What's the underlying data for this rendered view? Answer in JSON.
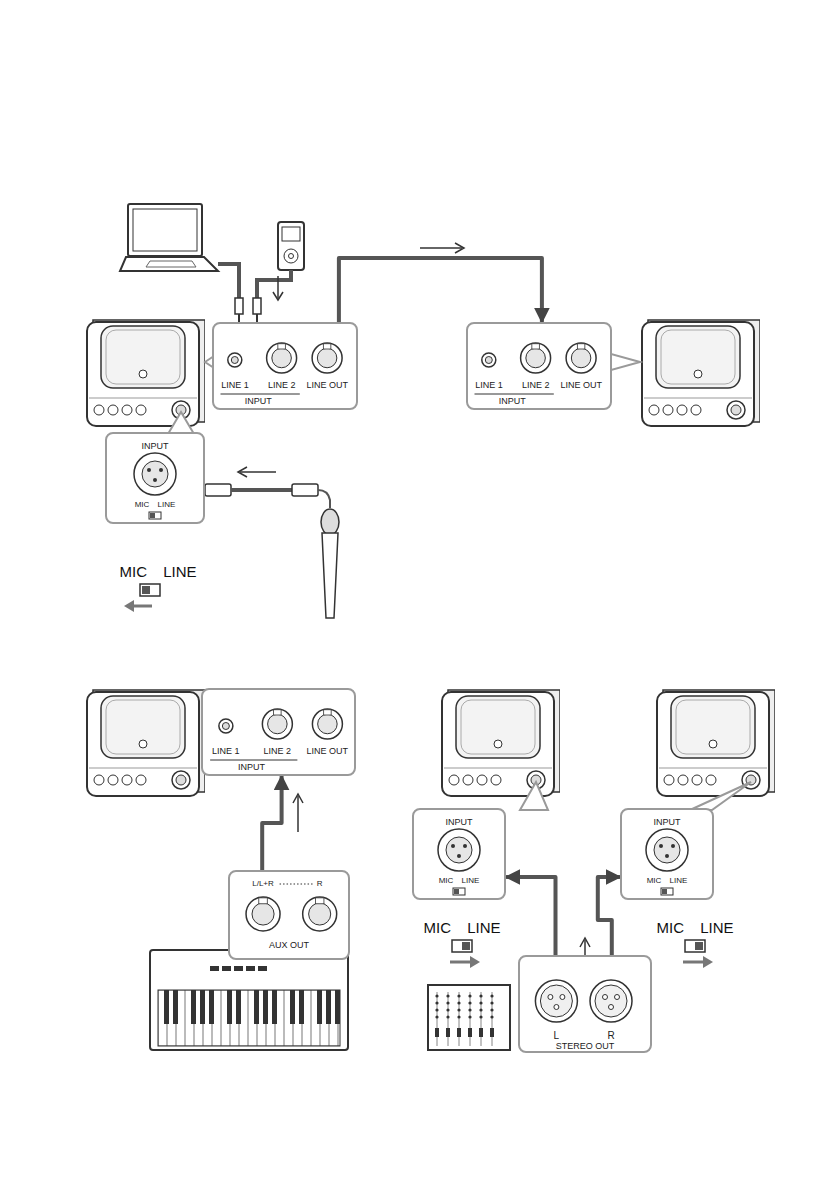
{
  "diagram": {
    "nodes": [
      {
        "text": [
          "LINE 1",
          "LINE 2",
          "LINE OUT",
          "INPUT"
        ]
      },
      {
        "text": [
          "LINE 1",
          "LINE 2",
          "LINE OUT",
          "INPUT"
        ]
      },
      {
        "text": [
          "INPUT",
          "MIC LINE"
        ]
      },
      {
        "text": [
          "LINE 1",
          "LINE 2",
          "LINE OUT",
          "INPUT"
        ]
      },
      {
        "text": [
          "L/L+R",
          "R",
          "AUX OUT"
        ]
      },
      {
        "text": [
          "INPUT",
          "MIC LINE"
        ]
      },
      {
        "text": [
          "INPUT",
          "MIC LINE"
        ]
      },
      {
        "text": [
          "L",
          "R",
          "STEREO OUT"
        ]
      }
    ],
    "edges": [
      {
        "from": 0,
        "to": 1,
        "arrow": "to"
      },
      {
        "from": 4,
        "to": 3,
        "arrow": "to"
      },
      {
        "from": 7,
        "to": 5,
        "arrow": "to"
      },
      {
        "from": 7,
        "to": 6,
        "arrow": "to"
      }
    ],
    "labels": [
      "MIC LINE",
      "MIC LINE",
      "MIC LINE"
    ]
  }
}
